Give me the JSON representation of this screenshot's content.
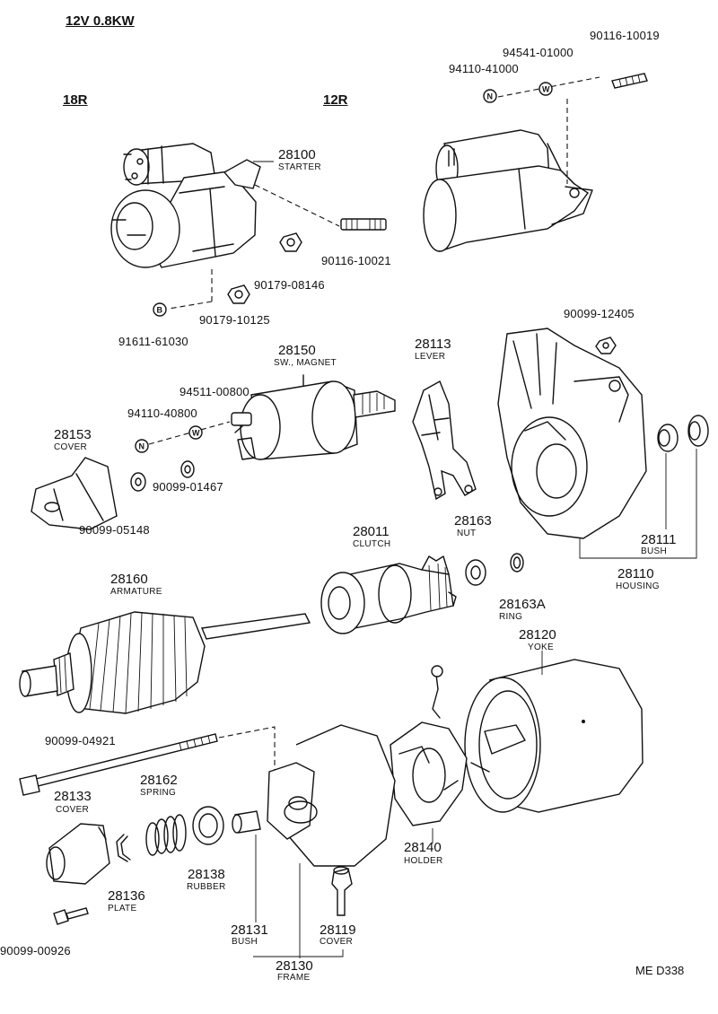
{
  "header": {
    "spec": "12V 0.8KW",
    "variant_left": "18R",
    "variant_right": "12R"
  },
  "footer": {
    "code": "ME  D338"
  },
  "markers": {
    "nut": "N",
    "washer": "W",
    "bolt": "B"
  },
  "parts": {
    "p90116_10019": {
      "number": "90116-10019"
    },
    "p94541_01000": {
      "number": "94541-01000"
    },
    "p94110_41000": {
      "number": "94110-41000"
    },
    "p28100": {
      "number": "28100",
      "name": "STARTER"
    },
    "p90116_10021": {
      "number": "90116-10021"
    },
    "p90179_08146": {
      "number": "90179-08146"
    },
    "p90179_10125": {
      "number": "90179-10125"
    },
    "p91611_61030": {
      "number": "91611-61030"
    },
    "p28150": {
      "number": "28150",
      "name": "SW., MAGNET"
    },
    "p28113": {
      "number": "28113",
      "name": "LEVER"
    },
    "p90099_12405": {
      "number": "90099-12405"
    },
    "p94511_00800": {
      "number": "94511-00800"
    },
    "p94110_40800": {
      "number": "94110-40800"
    },
    "p28153": {
      "number": "28153",
      "name": "COVER"
    },
    "p90099_01467": {
      "number": "90099-01467"
    },
    "p90099_05148": {
      "number": "90099-05148"
    },
    "p28011": {
      "number": "28011",
      "name": "CLUTCH"
    },
    "p28163": {
      "number": "28163",
      "name": "NUT"
    },
    "p28111": {
      "number": "28111",
      "name": "BUSH"
    },
    "p28110": {
      "number": "28110",
      "name": "HOUSING"
    },
    "p28160": {
      "number": "28160",
      "name": "ARMATURE"
    },
    "p28163A": {
      "number": "28163A",
      "name": "RING"
    },
    "p28120": {
      "number": "28120",
      "name": "YOKE"
    },
    "p90099_04921": {
      "number": "90099-04921"
    },
    "p28133": {
      "number": "28133",
      "name": "COVER"
    },
    "p28162": {
      "number": "28162",
      "name": "SPRING"
    },
    "p28138": {
      "number": "28138",
      "name": "RUBBER"
    },
    "p28136": {
      "number": "28136",
      "name": "PLATE"
    },
    "p28140": {
      "number": "28140",
      "name": "HOLDER"
    },
    "p28131": {
      "number": "28131",
      "name": "BUSH"
    },
    "p28119": {
      "number": "28119",
      "name": "COVER"
    },
    "p28130": {
      "number": "28130",
      "name": "FRAME"
    },
    "p90099_00926": {
      "number": "90099-00926"
    }
  }
}
